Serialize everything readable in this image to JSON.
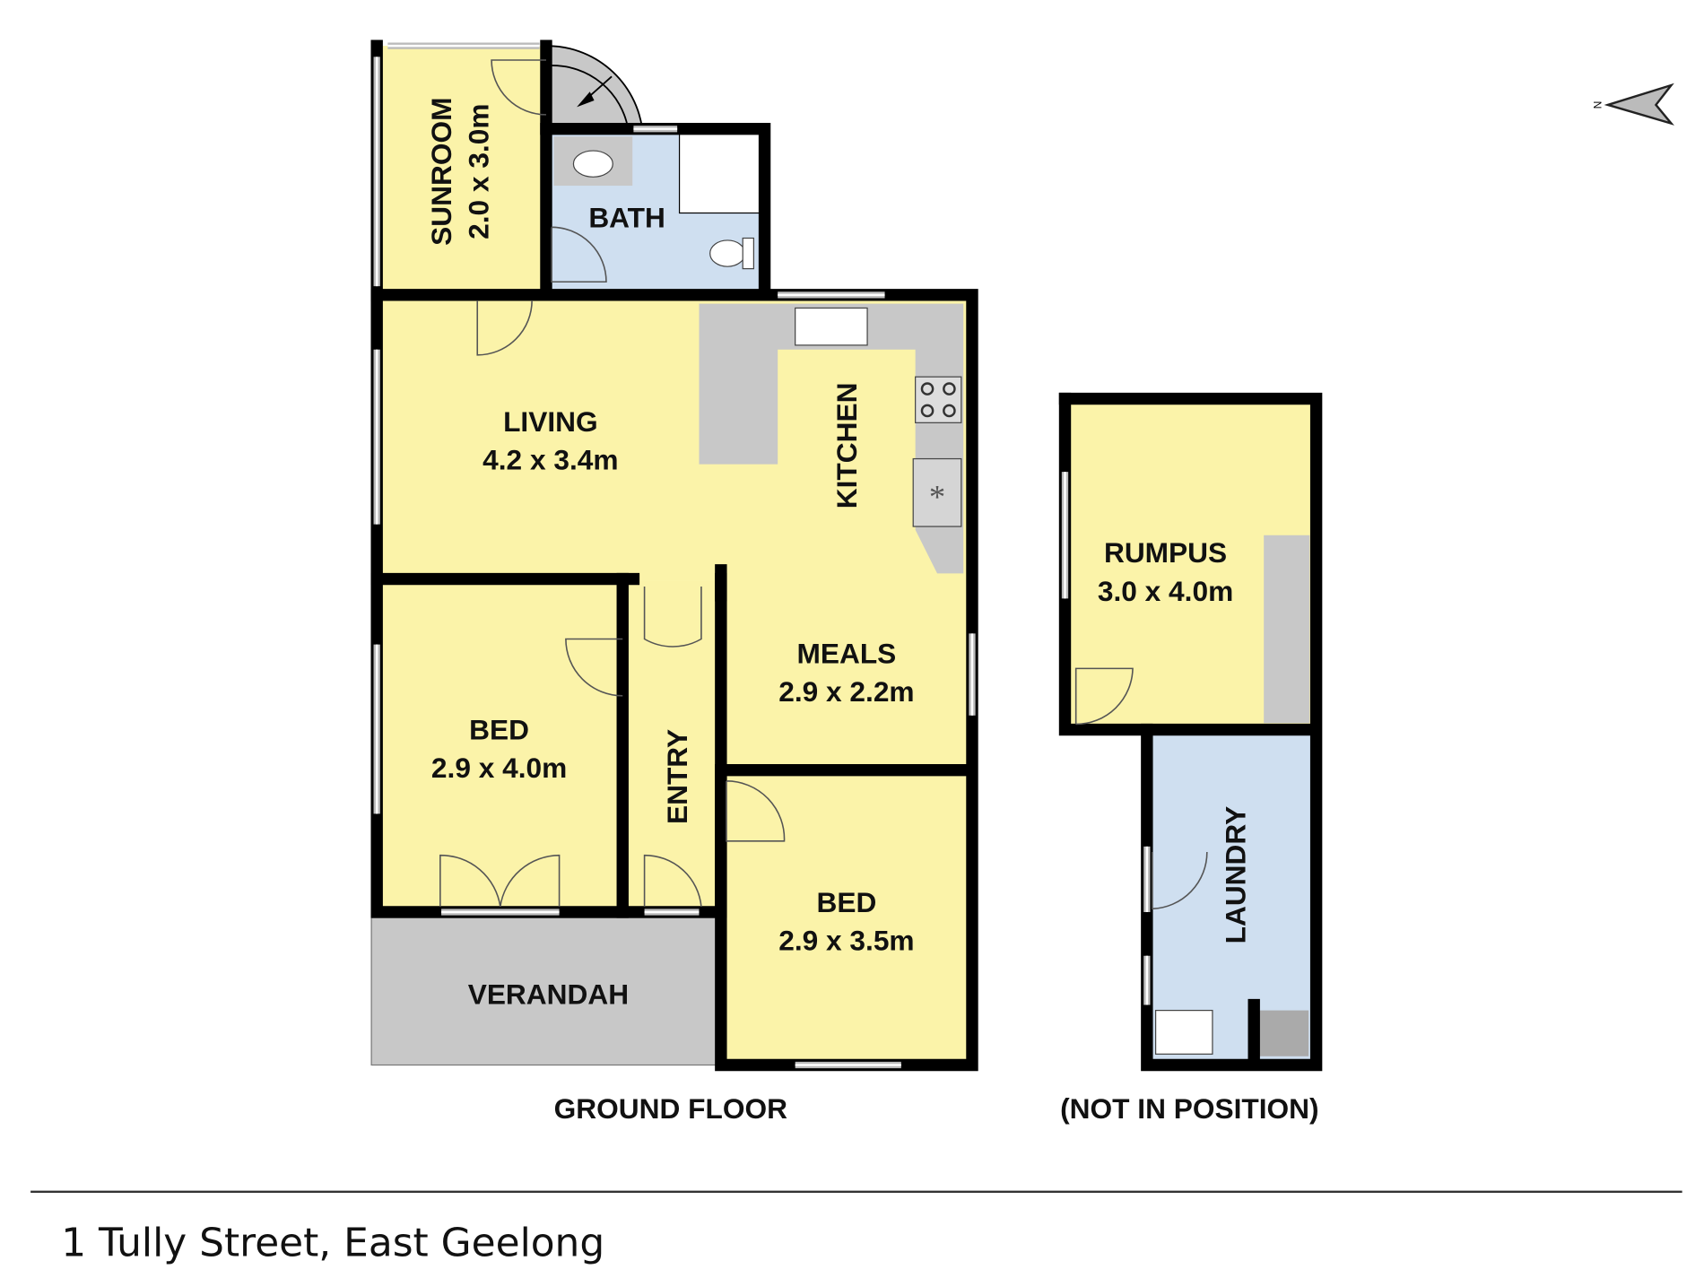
{
  "rooms": {
    "sunroom": {
      "name": "SUNROOM",
      "size": "2.0 x 3.0m"
    },
    "bath": {
      "name": "BATH"
    },
    "living": {
      "name": "LIVING",
      "size": "4.2 x 3.4m"
    },
    "kitchen": {
      "name": "KITCHEN"
    },
    "meals": {
      "name": "MEALS",
      "size": "2.9 x 2.2m"
    },
    "bed1": {
      "name": "BED",
      "size": "2.9 x 4.0m"
    },
    "entry": {
      "name": "ENTRY"
    },
    "bed2": {
      "name": "BED",
      "size": "2.9 x 3.5m"
    },
    "verandah": {
      "name": "VERANDAH"
    },
    "rumpus": {
      "name": "RUMPUS",
      "size": "3.0 x 4.0m"
    },
    "laundry": {
      "name": "LAUNDRY"
    }
  },
  "captions": {
    "ground_floor": "GROUND FLOOR",
    "not_in_position": "(NOT IN POSITION)"
  },
  "compass": {
    "label": "N",
    "icon": "north-arrow-icon"
  },
  "address": "1 Tully Street, East Geelong",
  "colors": {
    "yellow": "#fbf3a9",
    "blue": "#cfdff0",
    "grey": "#c8c8c8",
    "wall": "#000000"
  }
}
